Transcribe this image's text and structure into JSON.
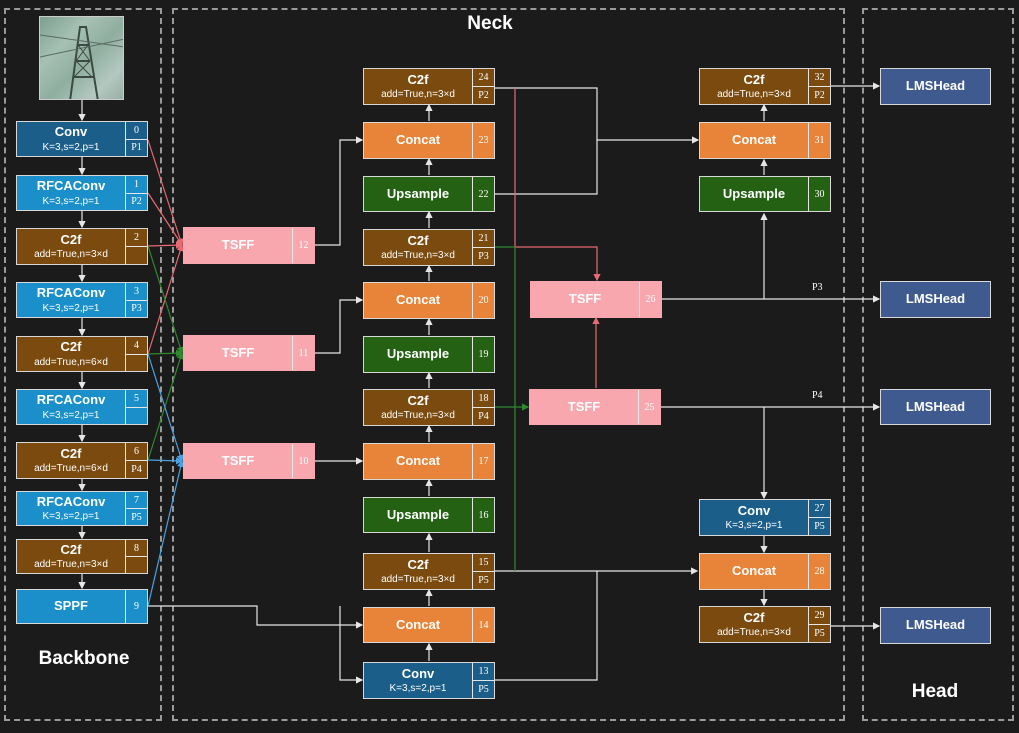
{
  "sections": {
    "backbone": "Backbone",
    "neck": "Neck",
    "head": "Head"
  },
  "nodes": [
    {
      "id": 0,
      "title": "Conv",
      "sub": "K=3,s=2,p=1",
      "idx": "0",
      "tag": "P1",
      "kind": "conv"
    },
    {
      "id": 1,
      "title": "RFCAConv",
      "sub": "K=3,s=2,p=1",
      "idx": "1",
      "tag": "P2",
      "kind": "rfca"
    },
    {
      "id": 2,
      "title": "C2f",
      "sub": "add=True,n=3×d",
      "idx": "2",
      "tag": "",
      "kind": "c2f"
    },
    {
      "id": 3,
      "title": "RFCAConv",
      "sub": "K=3,s=2,p=1",
      "idx": "3",
      "tag": "P3",
      "kind": "rfca"
    },
    {
      "id": 4,
      "title": "C2f",
      "sub": "add=True,n=6×d",
      "idx": "4",
      "tag": "",
      "kind": "c2f"
    },
    {
      "id": 5,
      "title": "RFCAConv",
      "sub": "K=3,s=2,p=1",
      "idx": "5",
      "tag": "",
      "kind": "rfca"
    },
    {
      "id": 6,
      "title": "C2f",
      "sub": "add=True,n=6×d",
      "idx": "6",
      "tag": "P4",
      "kind": "c2f"
    },
    {
      "id": 7,
      "title": "RFCAConv",
      "sub": "K=3,s=2,p=1",
      "idx": "7",
      "tag": "P5",
      "kind": "rfca"
    },
    {
      "id": 8,
      "title": "C2f",
      "sub": "add=True,n=3×d",
      "idx": "8",
      "tag": "",
      "kind": "c2f"
    },
    {
      "id": 9,
      "title": "SPPF",
      "sub": "",
      "idx": "9",
      "tag": "",
      "kind": "rfca"
    },
    {
      "id": 10,
      "title": "TSFF",
      "sub": "",
      "idx": "10",
      "tag": "",
      "kind": "tsff"
    },
    {
      "id": 11,
      "title": "TSFF",
      "sub": "",
      "idx": "11",
      "tag": "",
      "kind": "tsff"
    },
    {
      "id": 12,
      "title": "TSFF",
      "sub": "",
      "idx": "12",
      "tag": "",
      "kind": "tsff"
    },
    {
      "id": 13,
      "title": "Conv",
      "sub": "K=3,s=2,p=1",
      "idx": "13",
      "tag": "P5",
      "kind": "conv"
    },
    {
      "id": 14,
      "title": "Concat",
      "sub": "",
      "idx": "14",
      "tag": "",
      "kind": "concat"
    },
    {
      "id": 15,
      "title": "C2f",
      "sub": "add=True,n=3×d",
      "idx": "15",
      "tag": "P5",
      "kind": "c2f"
    },
    {
      "id": 16,
      "title": "Upsample",
      "sub": "",
      "idx": "16",
      "tag": "",
      "kind": "ups"
    },
    {
      "id": 17,
      "title": "Concat",
      "sub": "",
      "idx": "17",
      "tag": "",
      "kind": "concat"
    },
    {
      "id": 18,
      "title": "C2f",
      "sub": "add=True,n=3×d",
      "idx": "18",
      "tag": "P4",
      "kind": "c2f"
    },
    {
      "id": 19,
      "title": "Upsample",
      "sub": "",
      "idx": "19",
      "tag": "",
      "kind": "ups"
    },
    {
      "id": 20,
      "title": "Concat",
      "sub": "",
      "idx": "20",
      "tag": "",
      "kind": "concat"
    },
    {
      "id": 21,
      "title": "C2f",
      "sub": "add=True,n=3×d",
      "idx": "21",
      "tag": "P3",
      "kind": "c2f"
    },
    {
      "id": 22,
      "title": "Upsample",
      "sub": "",
      "idx": "22",
      "tag": "",
      "kind": "ups"
    },
    {
      "id": 23,
      "title": "Concat",
      "sub": "",
      "idx": "23",
      "tag": "",
      "kind": "concat"
    },
    {
      "id": 24,
      "title": "C2f",
      "sub": "add=True,n=3×d",
      "idx": "24",
      "tag": "P2",
      "kind": "c2f"
    },
    {
      "id": 25,
      "title": "TSFF",
      "sub": "",
      "idx": "25",
      "tag": "",
      "kind": "tsff"
    },
    {
      "id": 26,
      "title": "TSFF",
      "sub": "",
      "idx": "26",
      "tag": "",
      "kind": "tsff"
    },
    {
      "id": 27,
      "title": "Conv",
      "sub": "K=3,s=2,p=1",
      "idx": "27",
      "tag": "P5",
      "kind": "conv"
    },
    {
      "id": 28,
      "title": "Concat",
      "sub": "",
      "idx": "28",
      "tag": "",
      "kind": "concat"
    },
    {
      "id": 29,
      "title": "C2f",
      "sub": "add=True,n=3×d",
      "idx": "29",
      "tag": "P5",
      "kind": "c2f"
    },
    {
      "id": 30,
      "title": "Upsample",
      "sub": "",
      "idx": "30",
      "tag": "",
      "kind": "ups"
    },
    {
      "id": 31,
      "title": "Concat",
      "sub": "",
      "idx": "31",
      "tag": "",
      "kind": "concat"
    },
    {
      "id": 32,
      "title": "C2f",
      "sub": "add=True,n=3×d",
      "idx": "32",
      "tag": "P2",
      "kind": "c2f"
    },
    {
      "id": "h1",
      "title": "LMSHead",
      "sub": "",
      "idx": "",
      "tag": "",
      "kind": "head"
    },
    {
      "id": "h2",
      "title": "LMSHead",
      "sub": "",
      "idx": "",
      "tag": "",
      "kind": "head"
    },
    {
      "id": "h3",
      "title": "LMSHead",
      "sub": "",
      "idx": "",
      "tag": "",
      "kind": "head"
    }
  ],
  "edge_labels": {
    "p3": "P3",
    "p4": "P4"
  },
  "colors": {
    "white_wire": "#e6e6e6",
    "red_wire": "#e86a72",
    "green_wire": "#2f8a2f",
    "blue_wire": "#4aa3e0"
  }
}
